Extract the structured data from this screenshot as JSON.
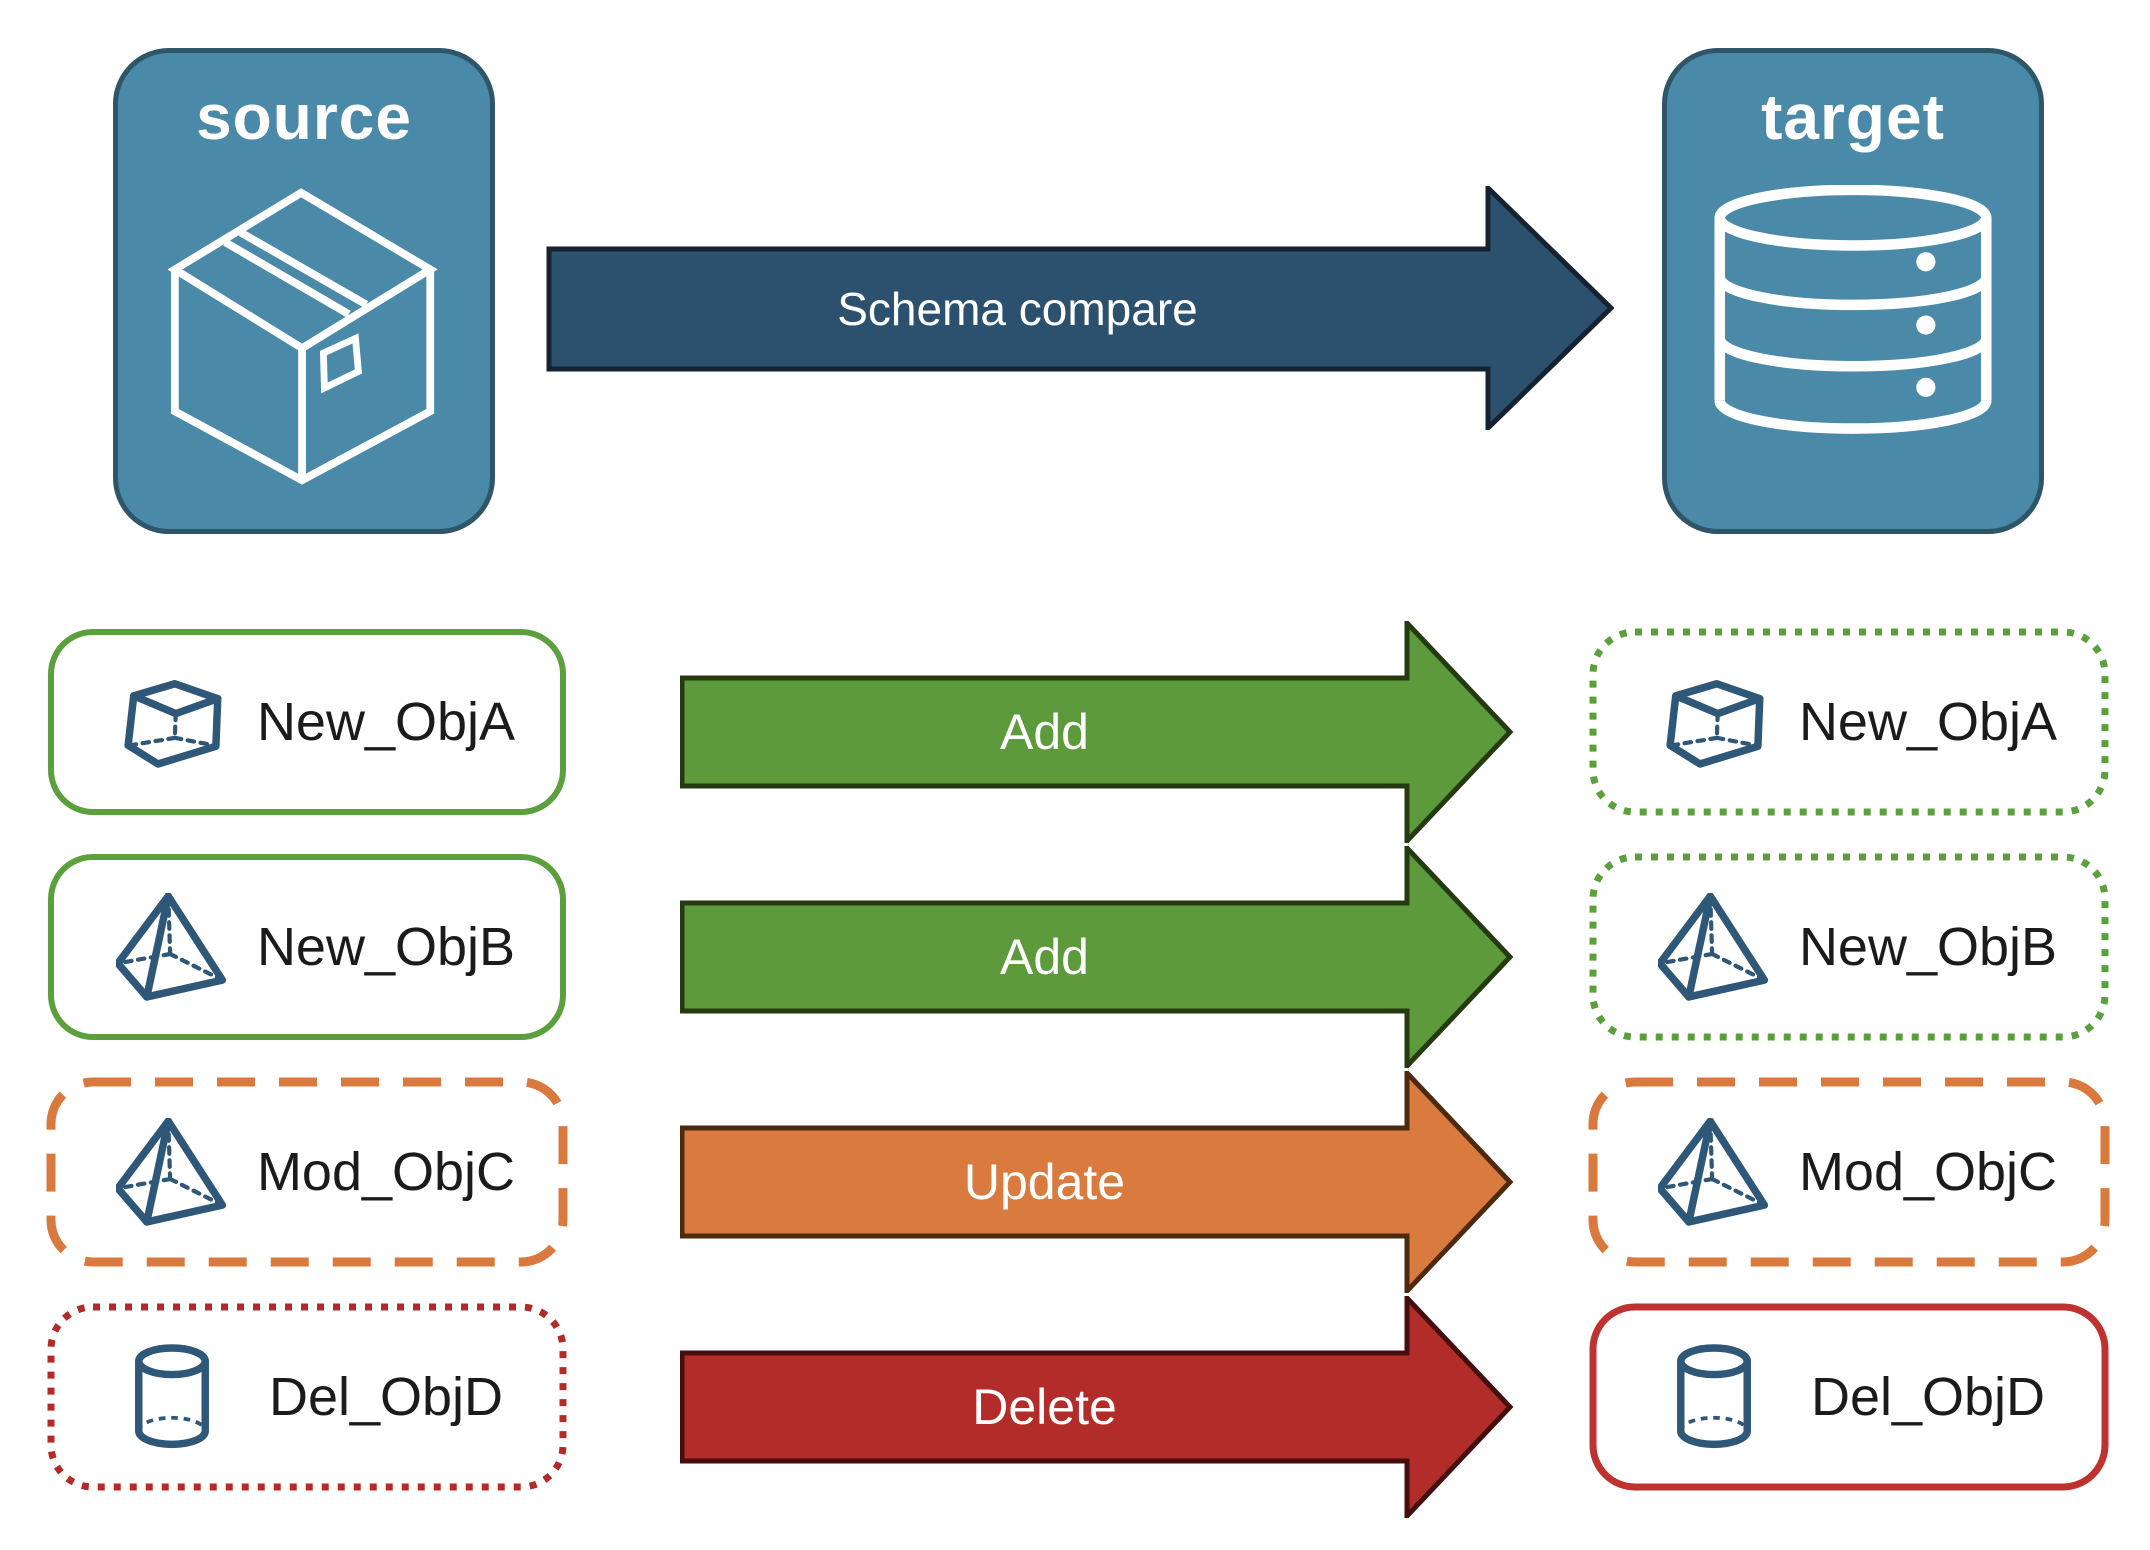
{
  "diagram_title": "Schema compare source to target",
  "palette": {
    "panel_fill": "#4A8AA8",
    "panel_border": "#2F5568",
    "object_icon_blue": "#2F5878",
    "compare_arrow_fill": "#2B516F",
    "add_arrow_fill": "#5C9A3C",
    "update_arrow_fill": "#D97B3E",
    "delete_arrow_fill": "#B22C2A",
    "green_box_border": "#5CA03E",
    "orange_box_border": "#D9793D",
    "red_dotted_border": "#B22B28",
    "red_solid_border": "#BE3330",
    "label_text": "#1B1B1B",
    "arrow_text": "#FFFFFF"
  },
  "source_panel": {
    "title": "source",
    "icon": "package-icon"
  },
  "target_panel": {
    "title": "target",
    "icon": "database-icon"
  },
  "compare_arrow": {
    "label": "Schema compare",
    "direction": "source-to-target"
  },
  "rows": [
    {
      "name": "New_ObjA",
      "icon": "cube-icon",
      "action": "Add",
      "source_box_style": "solid-green",
      "target_box_style": "dotted-green"
    },
    {
      "name": "New_ObjB",
      "icon": "pyramid-icon",
      "action": "Add",
      "source_box_style": "solid-green",
      "target_box_style": "dotted-green"
    },
    {
      "name": "Mod_ObjC",
      "icon": "pyramid-icon",
      "action": "Update",
      "source_box_style": "dashed-orange",
      "target_box_style": "dashed-orange"
    },
    {
      "name": "Del_ObjD",
      "icon": "cylinder-icon",
      "action": "Delete",
      "source_box_style": "dotted-red",
      "target_box_style": "solid-red"
    }
  ]
}
